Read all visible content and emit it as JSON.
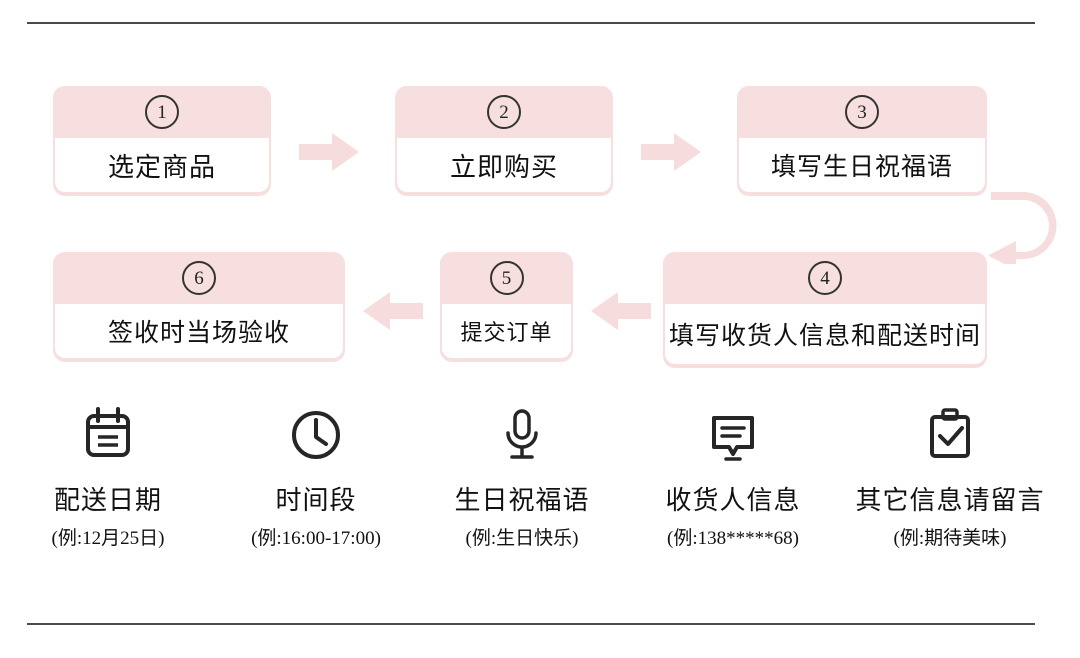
{
  "dividers": {
    "top": "horizontal-rule",
    "bottom": "horizontal-rule"
  },
  "theme": {
    "pink": "#f8dfdf",
    "arrow_pink": "#f6dcdc",
    "ink": "#111111",
    "rule": "#4a4a4a"
  },
  "flow": {
    "steps": [
      {
        "num": "①",
        "number_plain": "1",
        "label": "选定商品"
      },
      {
        "num": "②",
        "number_plain": "2",
        "label": "立即购买"
      },
      {
        "num": "③",
        "number_plain": "3",
        "label": "填写生日祝福语"
      },
      {
        "num": "④",
        "number_plain": "4",
        "label": "填写收货人信息和配送时间"
      },
      {
        "num": "⑤",
        "number_plain": "5",
        "label": "提交订单"
      },
      {
        "num": "⑥",
        "number_plain": "6",
        "label": "签收时当场验收"
      }
    ],
    "connectors": [
      {
        "name": "arrow-step1-to-step2",
        "direction": "right"
      },
      {
        "name": "arrow-step2-to-step3",
        "direction": "right"
      },
      {
        "name": "arrow-step3-to-step4",
        "direction": "u-turn"
      },
      {
        "name": "arrow-step4-to-step5",
        "direction": "left"
      },
      {
        "name": "arrow-step5-to-step6",
        "direction": "left"
      }
    ]
  },
  "info_items": [
    {
      "icon": "calendar-icon",
      "title": "配送日期",
      "example": "(例:12月25日)"
    },
    {
      "icon": "clock-icon",
      "title": "时间段",
      "example": "(例:16:00-17:00)"
    },
    {
      "icon": "microphone-icon",
      "title": "生日祝福语",
      "example": "(例:生日快乐)"
    },
    {
      "icon": "message-icon",
      "title": "收货人信息",
      "example": "(例:138*****68)"
    },
    {
      "icon": "clipboard-check-icon",
      "title": "其它信息请留言",
      "example": "(例:期待美味)"
    }
  ]
}
